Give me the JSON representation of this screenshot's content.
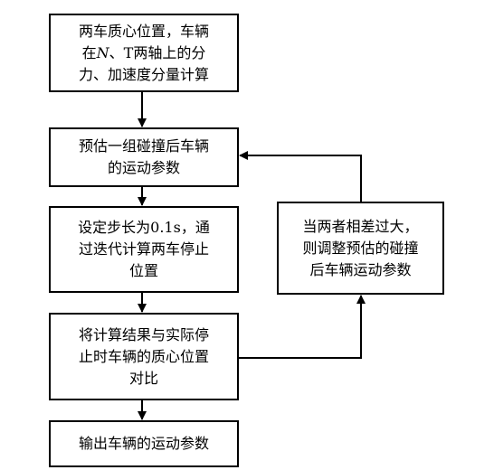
{
  "flowchart": {
    "step1": {
      "line1": "两车质心位置，车辆",
      "line2_pre": "在",
      "line2_italic": "N",
      "line2_post": "、T两轴上的分",
      "line3": "力、加速度分量计算"
    },
    "step2": {
      "line1": "预估一组碰撞后车辆",
      "line2": "的运动参数"
    },
    "step3": {
      "line1": "设定步长为0.1s，通",
      "line2": "过迭代计算两车停止",
      "line3": "位置"
    },
    "step4": {
      "line1": "将计算结果与实际停",
      "line2": "止时车辆的质心位置",
      "line3": "对比"
    },
    "step5": {
      "line1": "输出车辆的运动参数"
    },
    "feedback": {
      "line1": "当两者相差过大，",
      "line2": "则调整预估的碰撞",
      "line3": "后车辆运动参数"
    }
  }
}
